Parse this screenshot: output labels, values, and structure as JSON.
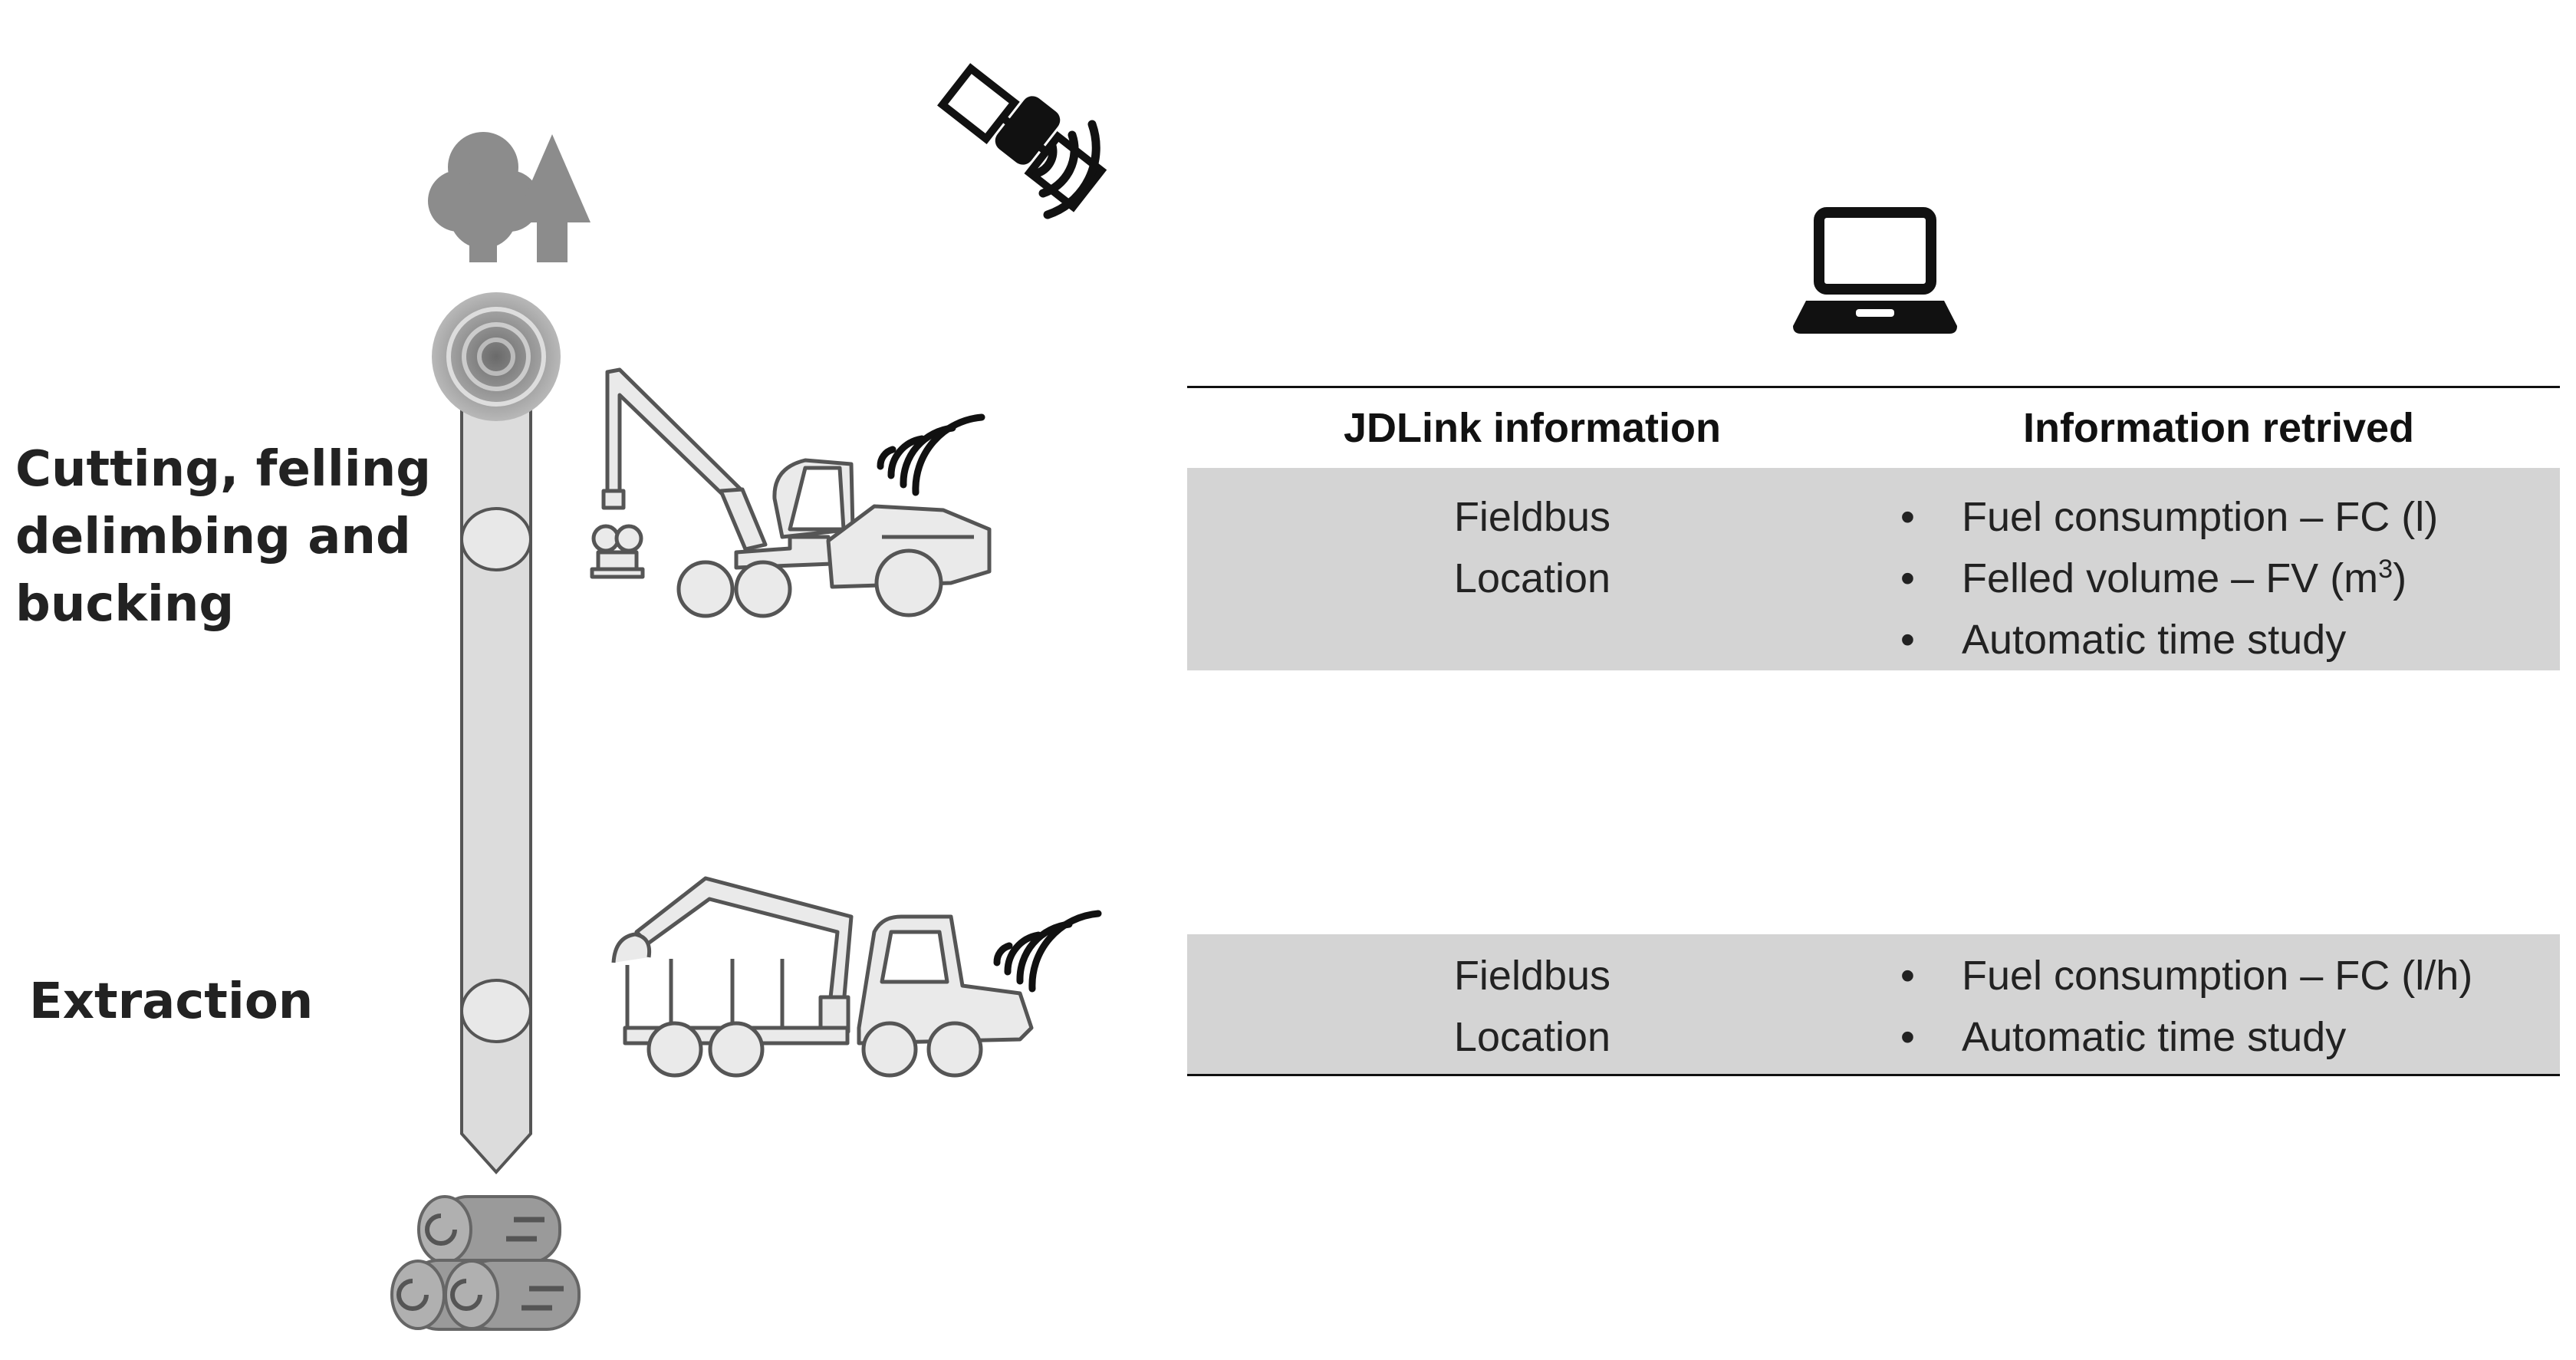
{
  "stages": [
    {
      "label_lines": [
        "Cutting, felling",
        "delimbing and",
        "bucking"
      ]
    },
    {
      "label_lines": [
        "Extraction"
      ]
    }
  ],
  "table": {
    "headers": [
      "JDLink information",
      "Information retrived"
    ],
    "rows": [
      {
        "jdlink": [
          "Fieldbus",
          "Location"
        ],
        "retrieved": [
          {
            "text": "Fuel consumption – FC (l)"
          },
          {
            "text": "Felled volume – FV (m",
            "sup": "3",
            "after": ")"
          },
          {
            "text": "Automatic time study"
          }
        ]
      },
      {
        "jdlink": [
          "Fieldbus",
          "Location"
        ],
        "retrieved": [
          {
            "text": "Fuel consumption – FC (l/h)"
          },
          {
            "text": "Automatic time study"
          }
        ]
      }
    ]
  },
  "icons": [
    "trees-icon",
    "satellite-icon",
    "laptop-icon",
    "log-cross-section-icon",
    "harvester-icon",
    "forwarder-icon",
    "wireless-signal-icon",
    "log-pile-icon"
  ],
  "colors": {
    "band": "#d4d4d4",
    "icon_gray": "#8a8a8a",
    "pipe": "#dcdcdc",
    "rule": "#111111"
  }
}
